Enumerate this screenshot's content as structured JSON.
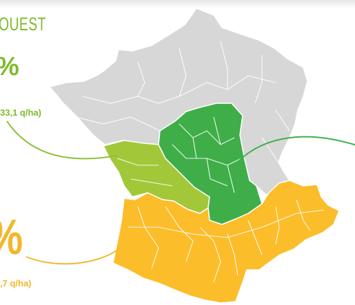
{
  "title": "OUEST",
  "labels": {
    "percent_top": "%",
    "yield_top": "33,1 q/ha)",
    "percent_bottom": "%",
    "yield_bottom": ",7 q/ha)"
  },
  "colors": {
    "light_green": "#a2c83a",
    "dark_green": "#3fae49",
    "orange": "#fbbd2a",
    "gray": "#d7d7d7",
    "border": "#ffffff",
    "green_text": "#7fba2d",
    "orange_text": "#f2b72a",
    "leader_green": "#8fc13d",
    "leader_dark_green": "#3fae49",
    "leader_orange": "#f2b72a"
  },
  "regions": [
    {
      "name": "rest-of-france",
      "color": "gray"
    },
    {
      "name": "west",
      "color": "light_green"
    },
    {
      "name": "centre",
      "color": "dark_green"
    },
    {
      "name": "south-west",
      "color": "orange"
    }
  ]
}
